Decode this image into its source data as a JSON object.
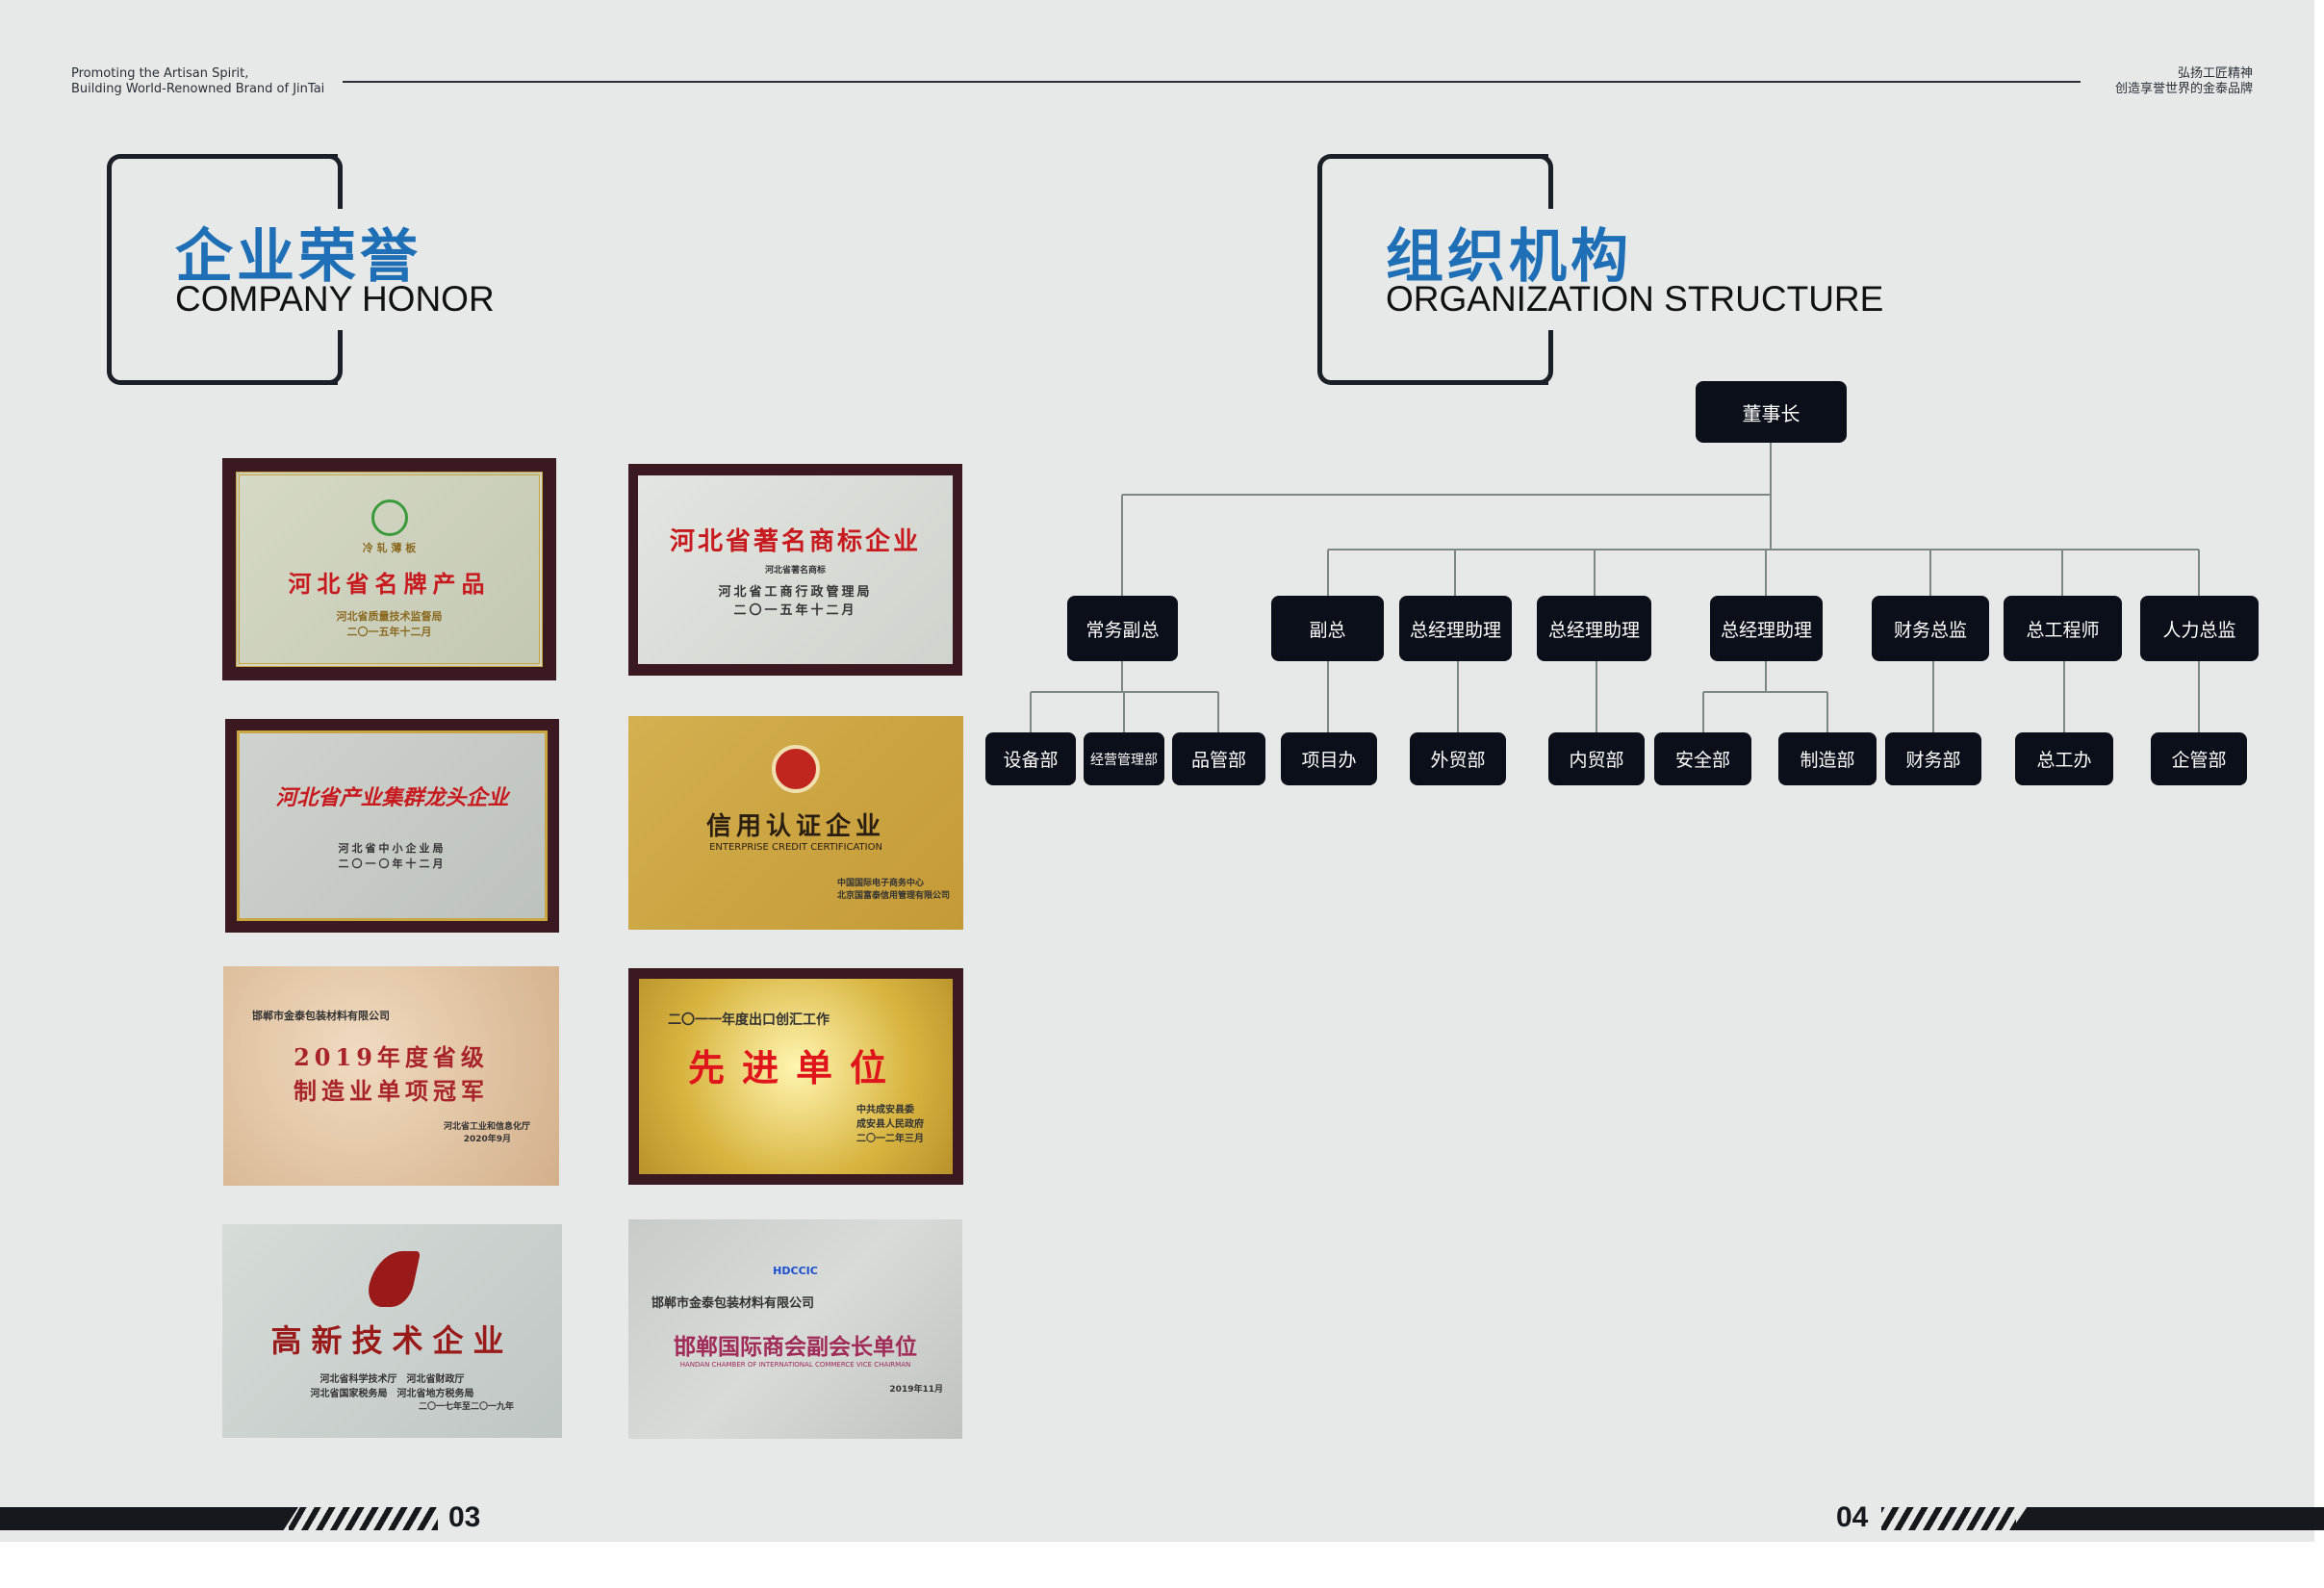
{
  "header": {
    "slogan_en_1": "Promoting the Artisan Spirit,",
    "slogan_en_2": "Building World-Renowned Brand of JinTai",
    "slogan_cn_1": "弘扬工匠精神",
    "slogan_cn_2": "创造享誉世界的金泰品牌"
  },
  "left": {
    "title_cn": "企业荣誉",
    "title_en": "COMPANY HONOR"
  },
  "right": {
    "title_cn": "组织机构",
    "title_en": "ORGANIZATION STRUCTURE"
  },
  "plaques": [
    {
      "sub": "冷 轧 薄 板",
      "title": "河北省名牌产品",
      "issuer": "河北省质量技术监督局",
      "date": "二〇一五年十二月"
    },
    {
      "title": "河北省著名商标企业",
      "logo": "河北省著名商标",
      "issuer": "河北省工商行政管理局",
      "date": "二〇一五年十二月"
    },
    {
      "title": "河北省产业集群龙头企业",
      "issuer": "河北省中小企业局",
      "date": "二〇一〇年十二月"
    },
    {
      "title": "信用认证企业",
      "title_en": "ENTERPRISE CREDIT CERTIFICATION",
      "issuer": "中国国际电子商务中心",
      "issuer2": "北京国富泰信用管理有限公司"
    },
    {
      "company": "邯郸市金泰包装材料有限公司",
      "title1": "2019年度省级",
      "title2": "制造业单项冠军",
      "issuer": "河北省工业和信息化厅",
      "date": "2020年9月"
    },
    {
      "sub": "二〇一一年度出口创汇工作",
      "title": "先进单位",
      "issuer": "中共成安县委",
      "issuer2": "成安县人民政府",
      "date": "二〇一二年三月"
    },
    {
      "title": "高新技术企业",
      "issuer": "河北省科学技术厅　河北省财政厅",
      "issuer2": "河北省国家税务局　河北省地方税务局",
      "date": "二〇一七年至二〇一九年"
    },
    {
      "logo": "HDCCIC",
      "company": "邯郸市金泰包装材料有限公司",
      "title": "邯郸国际商会副会长单位",
      "title_en": "HANDAN CHAMBER OF INTERNATIONAL COMMERCE VICE CHAIRMAN",
      "date": "2019年11月"
    }
  ],
  "org": {
    "root": "董事长",
    "level2": [
      "常务副总",
      "副总",
      "总经理助理",
      "总经理助理",
      "总经理助理",
      "财务总监",
      "总工程师",
      "人力总监"
    ],
    "level3": [
      "设备部",
      "经营管理部",
      "品管部",
      "项目办",
      "外贸部",
      "内贸部",
      "安全部",
      "制造部",
      "财务部",
      "总工办",
      "企管部"
    ]
  },
  "footer": {
    "page_left": "03",
    "page_right": "04"
  }
}
